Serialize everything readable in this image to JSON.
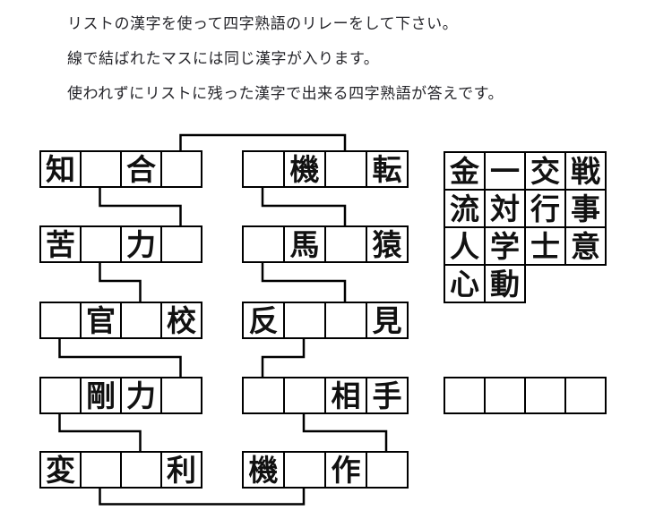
{
  "instructions": {
    "line1": "リストの漢字を使って四字熟語のリレーをして下さい。",
    "line2": "線で結ばれたマスには同じ漢字が入ります。",
    "line3": "使われずにリストに残った漢字で出来る四字熟語が答えです。"
  },
  "puzzle": {
    "rows": [
      {
        "id": "row1-left",
        "cells": [
          "知",
          "",
          "合",
          ""
        ]
      },
      {
        "id": "row1-right",
        "cells": [
          "",
          "機",
          "",
          "転"
        ]
      },
      {
        "id": "row2-left",
        "cells": [
          "苦",
          "",
          "力",
          ""
        ]
      },
      {
        "id": "row2-right",
        "cells": [
          "",
          "馬",
          "",
          "猿"
        ]
      },
      {
        "id": "row3-left",
        "cells": [
          "",
          "官",
          "",
          "校"
        ]
      },
      {
        "id": "row3-right",
        "cells": [
          "反",
          "",
          "",
          "見"
        ]
      },
      {
        "id": "row4-left",
        "cells": [
          "",
          "剛",
          "力",
          ""
        ]
      },
      {
        "id": "row4-right",
        "cells": [
          "",
          "",
          "相",
          "手"
        ]
      },
      {
        "id": "row5-left",
        "cells": [
          "変",
          "",
          "",
          "利"
        ]
      },
      {
        "id": "row5-right",
        "cells": [
          "機",
          "",
          "作",
          ""
        ]
      }
    ],
    "connections": [
      {
        "from": "row1-left.4",
        "to": "row1-right.3"
      },
      {
        "from": "row1-left.2",
        "to": "row2-left.4"
      },
      {
        "from": "row1-right.1",
        "to": "row2-right.3"
      },
      {
        "from": "row2-left.2",
        "to": "row3-left.3"
      },
      {
        "from": "row2-right.1",
        "to": "row3-right.3"
      },
      {
        "from": "row3-left.1",
        "to": "row4-left.4"
      },
      {
        "from": "row3-right.2",
        "to": "row4-right.1"
      },
      {
        "from": "row4-left.1",
        "to": "row5-left.3"
      },
      {
        "from": "row4-right.2",
        "to": "row5-right.4"
      },
      {
        "from": "row5-left.2",
        "to": "row5-right.2"
      }
    ]
  },
  "kanji_list": {
    "rows": [
      [
        "金",
        "一",
        "交",
        "戦"
      ],
      [
        "流",
        "対",
        "行",
        "事"
      ],
      [
        "人",
        "学",
        "士",
        "意"
      ],
      [
        "心",
        "動"
      ]
    ]
  },
  "answer_row": {
    "cells": [
      "",
      "",
      "",
      ""
    ]
  },
  "colors": {
    "background": "#ffffff",
    "border": "#000000",
    "kanji_text": "#111111",
    "instruction_text": "#26262b"
  }
}
